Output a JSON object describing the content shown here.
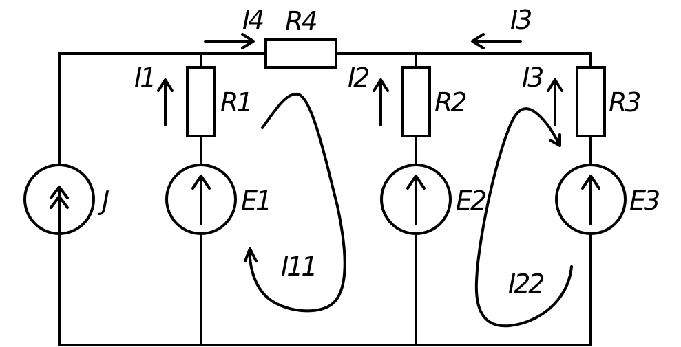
{
  "labels": {
    "i4_top": "I4",
    "r4": "R4",
    "i3_top": "I3",
    "i1": "I1",
    "r1": "R1",
    "i2": "I2",
    "r2": "R2",
    "i3_side": "I3",
    "r3": "R3",
    "j": "J",
    "e1": "E1",
    "e2": "E2",
    "e3": "E3",
    "i11": "I11",
    "i22": "I22"
  },
  "colors": {
    "ink": "#000000",
    "background": "#ffffff"
  }
}
